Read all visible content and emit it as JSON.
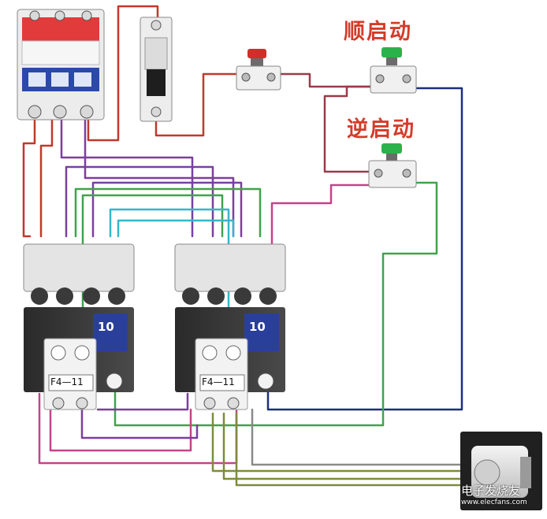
{
  "labels": {
    "forward_start": "顺启动",
    "reverse_start": "逆启动"
  },
  "contactor_left": {
    "aux_code": "10",
    "relay_model": "F4—11"
  },
  "contactor_right": {
    "aux_code": "10",
    "relay_model": "F4—11"
  },
  "watermark": {
    "text": "电子发烧友",
    "url": "www.elecfans.com"
  },
  "colors": {
    "wire_red": "#c0392b",
    "wire_purple": "#7b3fa0",
    "wire_green": "#3fa34d",
    "wire_cyan": "#36b6c9",
    "wire_magenta": "#c2448a",
    "wire_navy": "#1c2f7a",
    "wire_olive": "#7d8c3a",
    "button_stop": "#d62b2b",
    "button_start": "#2bb24a",
    "label_red": "#d43c2a"
  }
}
